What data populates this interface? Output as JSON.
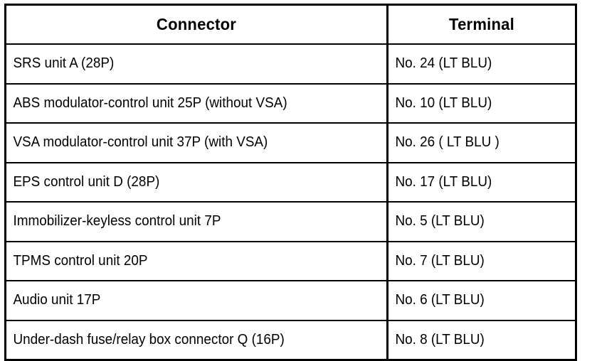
{
  "table": {
    "columns": [
      {
        "key": "connector",
        "label": "Connector"
      },
      {
        "key": "terminal",
        "label": "Terminal"
      }
    ],
    "rows": [
      {
        "connector": "SRS unit A (28P)",
        "terminal": "No. 24 (LT BLU)"
      },
      {
        "connector": "ABS modulator-control unit 25P (without VSA)",
        "terminal": "No. 10 (LT BLU)"
      },
      {
        "connector": "VSA modulator-control unit 37P (with VSA)",
        "terminal": "No. 26 ( LT BLU )"
      },
      {
        "connector": "EPS control unit D (28P)",
        "terminal": "No. 17 (LT BLU)"
      },
      {
        "connector": "Immobilizer-keyless control unit 7P",
        "terminal": "No. 5 (LT BLU)"
      },
      {
        "connector": "TPMS control unit 20P",
        "terminal": "No. 7 (LT BLU)"
      },
      {
        "connector": "Audio unit 17P",
        "terminal": "No. 6 (LT BLU)"
      },
      {
        "connector": "Under-dash fuse/relay box connector Q (16P)",
        "terminal": "No. 8 (LT BLU)"
      }
    ]
  },
  "colors": {
    "border": "#000000",
    "text": "#000000",
    "background": "#ffffff"
  }
}
